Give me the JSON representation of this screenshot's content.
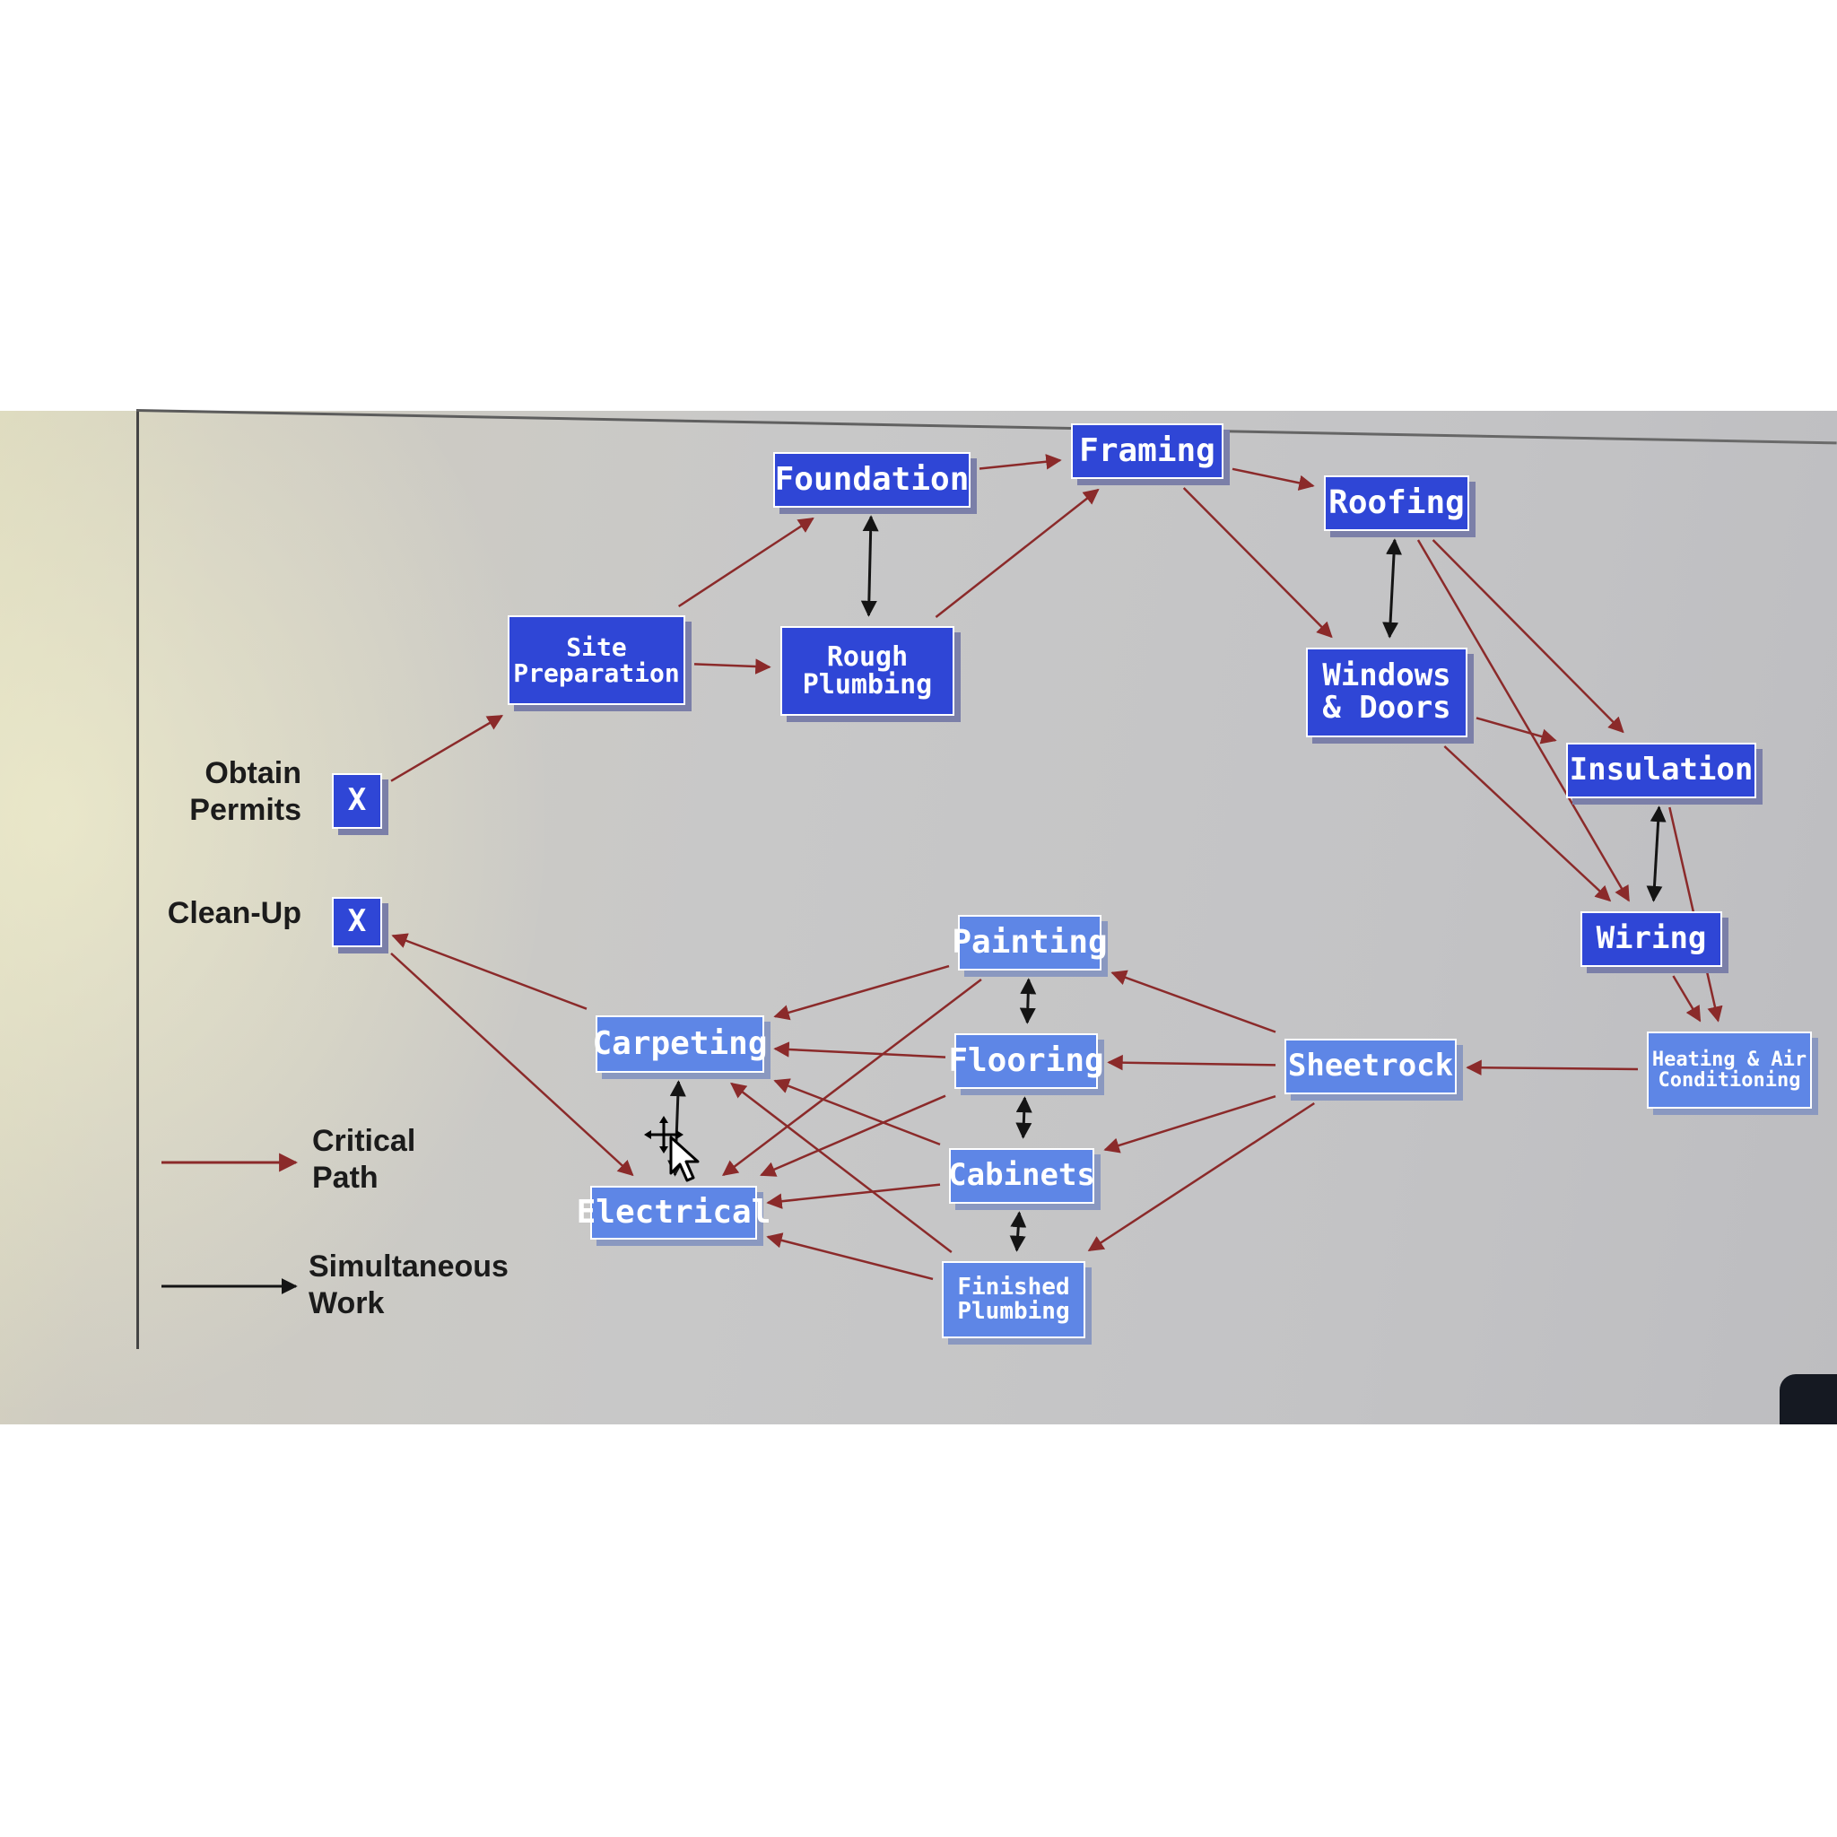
{
  "colors": {
    "critical": "#8b2a2a",
    "simultaneous": "#141414",
    "node_dark": "#2f46d6",
    "node_light": "#5e86e6"
  },
  "nodes": {
    "obtain_permits": {
      "text": "X"
    },
    "clean_up": {
      "text": "X"
    },
    "site_preparation": {
      "text": "Site\nPreparation"
    },
    "foundation": {
      "text": "Foundation"
    },
    "rough_plumbing": {
      "text": "Rough\nPlumbing"
    },
    "framing": {
      "text": "Framing"
    },
    "roofing": {
      "text": "Roofing"
    },
    "windows_doors": {
      "text": "Windows\n& Doors"
    },
    "insulation": {
      "text": "Insulation"
    },
    "wiring": {
      "text": "Wiring"
    },
    "heating_air": {
      "text": "Heating & Air\nConditioning"
    },
    "sheetrock": {
      "text": "Sheetrock"
    },
    "painting": {
      "text": "Painting"
    },
    "flooring": {
      "text": "Flooring"
    },
    "cabinets": {
      "text": "Cabinets"
    },
    "finished_plumbing": {
      "text": "Finished\nPlumbing"
    },
    "carpeting": {
      "text": "Carpeting"
    },
    "electrical": {
      "text": "Electrical"
    }
  },
  "labels": {
    "obtain_permits": "Obtain\nPermits",
    "clean_up": "Clean-Up"
  },
  "legend": {
    "critical_path": "Critical\nPath",
    "simultaneous_work": "Simultaneous\nWork"
  },
  "edges": {
    "critical": [
      [
        "obtain_permits",
        "site_preparation"
      ],
      [
        "site_preparation",
        "foundation"
      ],
      [
        "site_preparation",
        "rough_plumbing"
      ],
      [
        "foundation",
        "framing"
      ],
      [
        "rough_plumbing",
        "framing"
      ],
      [
        "framing",
        "roofing"
      ],
      [
        "framing",
        "windows_doors"
      ],
      [
        "roofing",
        "insulation"
      ],
      [
        "roofing",
        "wiring"
      ],
      [
        "windows_doors",
        "insulation"
      ],
      [
        "windows_doors",
        "wiring"
      ],
      [
        "insulation",
        "heating_air"
      ],
      [
        "wiring",
        "heating_air"
      ],
      [
        "heating_air",
        "sheetrock"
      ],
      [
        "sheetrock",
        "painting"
      ],
      [
        "sheetrock",
        "flooring"
      ],
      [
        "sheetrock",
        "cabinets"
      ],
      [
        "sheetrock",
        "finished_plumbing"
      ],
      [
        "painting",
        "carpeting"
      ],
      [
        "painting",
        "electrical"
      ],
      [
        "flooring",
        "carpeting"
      ],
      [
        "flooring",
        "electrical"
      ],
      [
        "cabinets",
        "carpeting"
      ],
      [
        "cabinets",
        "electrical"
      ],
      [
        "finished_plumbing",
        "carpeting"
      ],
      [
        "finished_plumbing",
        "electrical"
      ],
      [
        "carpeting",
        "clean_up"
      ],
      [
        "clean_up",
        "electrical"
      ]
    ],
    "simultaneous": [
      [
        "foundation",
        "rough_plumbing"
      ],
      [
        "roofing",
        "windows_doors"
      ],
      [
        "insulation",
        "wiring"
      ],
      [
        "painting",
        "flooring"
      ],
      [
        "flooring",
        "cabinets"
      ],
      [
        "cabinets",
        "finished_plumbing"
      ],
      [
        "carpeting",
        "electrical"
      ]
    ]
  }
}
